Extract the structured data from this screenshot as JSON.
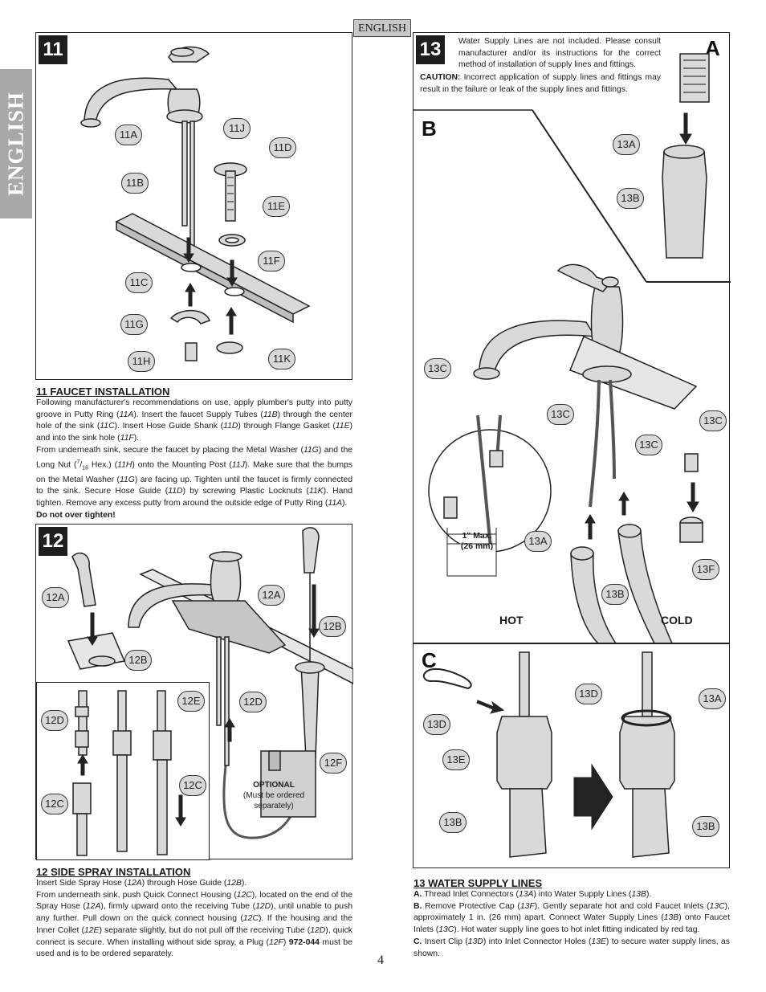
{
  "header": {
    "language_tab": "ENGLISH",
    "side_tab": "ENGLISH"
  },
  "step11": {
    "number": "11",
    "callouts": {
      "a": "11A",
      "b": "11B",
      "c": "11C",
      "d": "11D",
      "e": "11E",
      "f": "11F",
      "g": "11G",
      "h": "11H",
      "j": "11J",
      "k": "11K"
    },
    "title": "11  FAUCET INSTALLATION",
    "text_segments": [
      "Following manufacturer's recommendations on use, apply plumber's putty into putty groove in Putty Ring (",
      "11A",
      "). Insert the faucet Supply Tubes (",
      "11B",
      ") through the center hole of the sink (",
      "11C",
      "). Insert Hose Guide Shank (",
      "11D",
      ") through Flange Gasket (",
      "11E",
      ") and into the sink hole (",
      "11F",
      ").",
      "From underneath sink, secure the faucet by placing the Metal Washer (",
      "11G",
      ") and the Long Nut (",
      "7",
      "16",
      " Hex.) (",
      "11H",
      ") onto the Mounting Post (",
      "11J",
      ").  Make sure that the bumps on the Metal Washer (",
      "11G",
      ") are facing up.  Tighten until the faucet is firmly connected to the sink.  Secure Hose Guide (",
      "11D",
      ") by screwing Plastic Locknuts (",
      "11K",
      ").  Hand tighten. Remove any excess putty from around the outside edge of Putty Ring (",
      "11A",
      ").",
      "Do not over tighten!"
    ]
  },
  "step12": {
    "number": "12",
    "callouts": {
      "a1": "12A",
      "a2": "12A",
      "b1": "12B",
      "b2": "12B",
      "c1": "12C",
      "c2": "12C",
      "d1": "12D",
      "d2": "12D",
      "e": "12E",
      "f": "12F"
    },
    "optional_label": "OPTIONAL",
    "optional_note": "(Must be ordered separately)",
    "title": "12  SIDE SPRAY INSTALLATION",
    "text_segments": [
      "Insert Side Spray Hose (",
      "12A",
      ") through Hose Guide (",
      "12B",
      ").",
      "From underneath sink, push Quick Connect Housing (",
      "12C",
      "), located on the end of the Spray Hose (",
      "12A",
      "), firmly upward onto the receiving Tube (",
      "12D",
      "), until unable to push any further. Pull down on the quick connect housing (",
      "12C",
      ").  If the housing and the Inner Collet (",
      "12E",
      ") separate slightly, but do not pull off the receiving Tube (",
      "12D",
      "), quick connect is secure. When installing without side spray, a Plug (",
      "12F",
      ") ",
      "972-044",
      " must be used and is to be ordered separately."
    ]
  },
  "step13": {
    "number": "13",
    "letters": {
      "a": "A",
      "b": "B",
      "c": "C"
    },
    "note_text": "Water Supply Lines are not included. Please consult manufacturer and/or its instructions for the correct method of installation of supply lines and fittings.",
    "caution_label": "CAUTION:",
    "caution_text": " Incorrect application of supply lines and fittings may result in the failure or leak of the supply lines and fittings.",
    "callouts": {
      "a_top": "13A",
      "b_top": "13B",
      "c1": "13C",
      "c2": "13C",
      "c3": "13C",
      "c4": "13C",
      "a_mid": "13A",
      "b_mid": "13B",
      "f": "13F",
      "d1": "13D",
      "d2": "13D",
      "e": "13E",
      "b_c1": "13B",
      "b_c2": "13B",
      "a_c": "13A"
    },
    "measure": "1\" Max.",
    "measure_mm": "(26 mm)",
    "hot": "HOT",
    "cold": "COLD",
    "title": "13  WATER SUPPLY LINES",
    "text_segments": [
      "A.",
      " Thread Inlet Connectors (",
      "13A",
      ") into Water Supply Lines (",
      "13B",
      ").",
      "B.",
      " Remove Protective Cap (",
      "13F",
      ").  Gently separate hot and cold Faucet Inlets (",
      "13C",
      "), approximately 1 in. (26 mm) apart.  Connect Water Supply Lines (",
      "13B",
      ") onto Faucet Inlets (",
      "13C",
      ").  Hot water supply line goes to hot inlet fitting indicated by red tag.",
      "C.",
      " Insert Clip (",
      "13D",
      ") into Inlet Connector Holes (",
      "13E",
      ") to secure water supply lines, as shown."
    ]
  },
  "footer": {
    "page_number": "4"
  }
}
